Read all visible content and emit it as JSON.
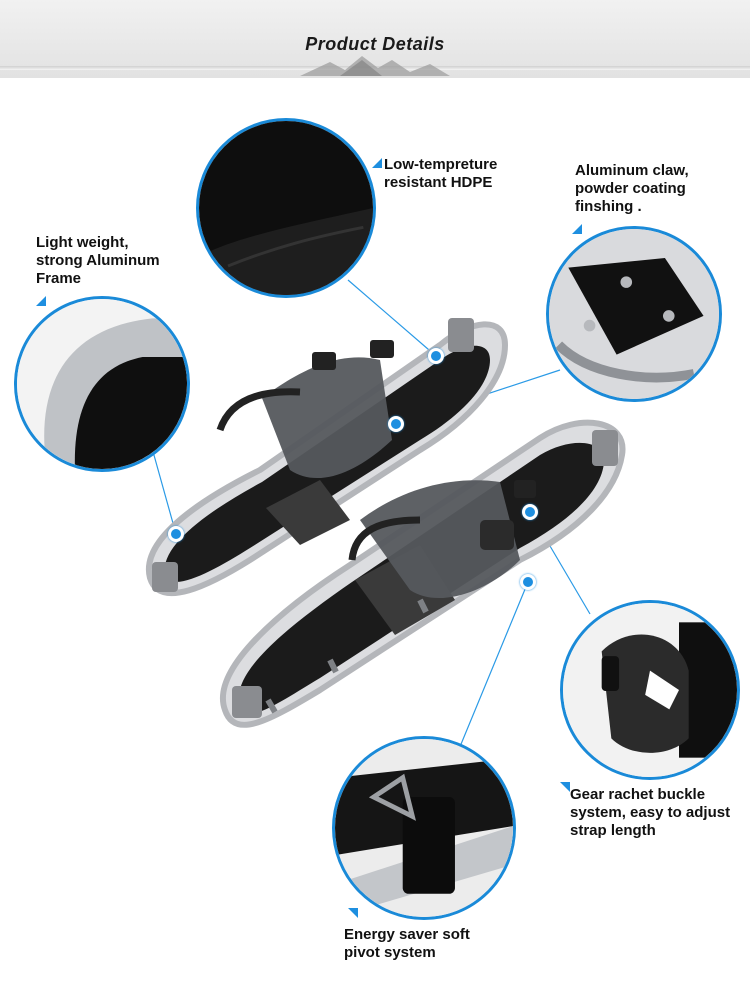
{
  "header": {
    "title": "Product Details"
  },
  "callouts": [
    {
      "id": "hdpe",
      "text": "Low-tempreture\nresistant HDPE"
    },
    {
      "id": "claw",
      "text": "Aluminum claw,\npowder coating\nfinshing ."
    },
    {
      "id": "frame",
      "text": "Light weight,\nstrong Aluminum\nFrame"
    },
    {
      "id": "buckle",
      "text": "Gear rachet buckle\nsystem, easy to adjust\nstrap length"
    },
    {
      "id": "pivot",
      "text": "Energy saver soft\npivot system"
    }
  ],
  "colors": {
    "accent": "#1e8fe0",
    "circle_border": "#1a8ad8",
    "deck": "#1b1b1b",
    "frame": "#c9cbce",
    "strap": "#5a5d62"
  }
}
